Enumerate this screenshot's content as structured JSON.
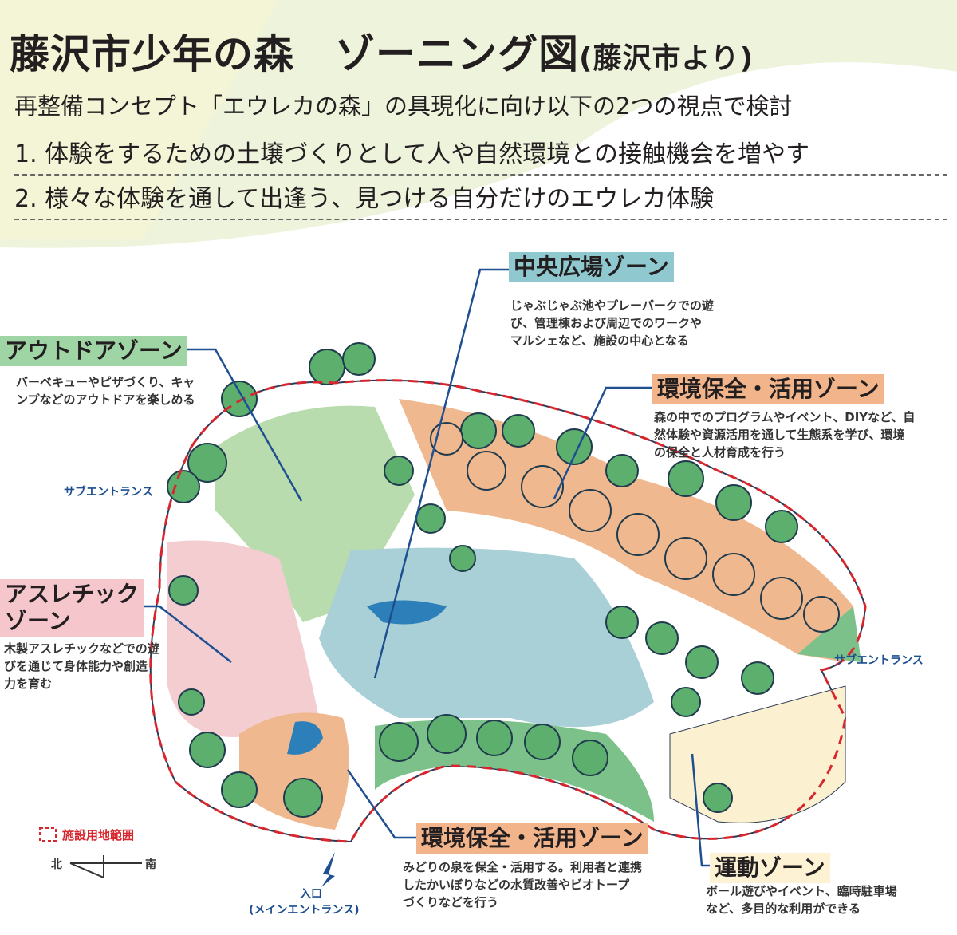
{
  "header": {
    "title": "藤沢市少年の森　ゾーニング図",
    "source": "(藤沢市より)",
    "subtitle": "再整備コンセプト「エウレカの森」の具現化に向け以下の2つの視点で検討",
    "points": [
      "1. 体験をするための土壌づくりとして人や自然環境との接触機会を増やす",
      "2. 様々な体験を通して出逢う、見つける自分だけのエウレカ体験"
    ]
  },
  "zones": {
    "central": {
      "label": "中央広場ゾーン",
      "desc": "じゃぶじゃぶ池やプレーパークでの遊\nび、管理棟および周辺でのワークや\nマルシェなど、施設の中心となる",
      "color": "#8fc8cf"
    },
    "outdoor": {
      "label": "アウトドアゾーン",
      "desc": "バーベキューやピザづくり、キャ\nンプなどのアウトドアを楽しめる",
      "color": "#9fd4a5"
    },
    "env_top": {
      "label": "環境保全・活用ゾーン",
      "desc": "森の中でのプログラムやイベント、DIYなど、自\n然体験や資源活用を通して生態系を学び、環境\nの保全と人材育成を行う",
      "color": "#f2b48a"
    },
    "athletic": {
      "label_1": "アスレチック",
      "label_2": "ゾーン",
      "desc": "木製アスレチックなどでの遊\nびを通じて身体能力や創造\n力を育む",
      "color": "#f5c6cb"
    },
    "env_bottom": {
      "label": "環境保全・活用ゾーン",
      "desc": "みどりの泉を保全・活用する。利用者と連携\nしたかいぼりなどの水質改善やビオトープ\nづくりなどを行う",
      "color": "#f2b48a"
    },
    "sports": {
      "label": "運動ゾーン",
      "desc": "ボール遊びやイベント、臨時駐車場\nなど、多目的な利用ができる",
      "color": "#fdf3d4"
    }
  },
  "map": {
    "sub_entrance_left": "サブエントランス",
    "sub_entrance_right": "サブエントランス",
    "entrance": "入口",
    "entrance_sub": "(メインエントランス)",
    "legend_boundary": "施設用地範囲",
    "north": "北",
    "south": "南",
    "boundary_color": "#d7262e",
    "line_color": "#1d4f91"
  }
}
